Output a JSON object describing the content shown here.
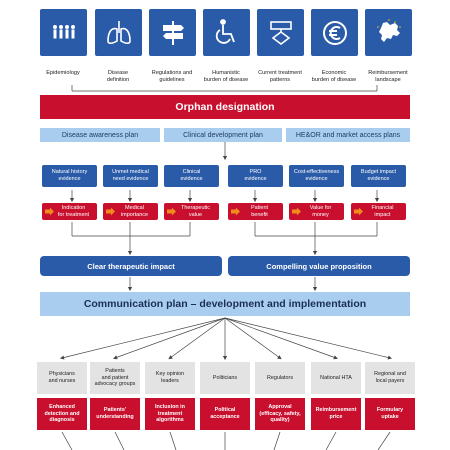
{
  "icons": [
    {
      "name": "people-icon",
      "label": "Epidemiology"
    },
    {
      "name": "lungs-icon",
      "label": "Disease\ndefinition"
    },
    {
      "name": "signpost-icon",
      "label": "Regulations and\nguidelines"
    },
    {
      "name": "wheelchair-icon",
      "label": "Humanistic\nburden of disease"
    },
    {
      "name": "flowchart-icon",
      "label": "Current treatment\npatterns"
    },
    {
      "name": "euro-icon",
      "label": "Economic\nburden of disease"
    },
    {
      "name": "europe-map-icon",
      "label": "Reimbursement\nlandscape"
    }
  ],
  "orphan_designation": "Orphan designation",
  "plans": [
    "Disease awareness plan",
    "Clinical development plan",
    "HE&OR and market access plans"
  ],
  "evidence": [
    "Natural history\nevidence",
    "Unmet medical\nneed evidence",
    "Clinical\nevidence",
    "PRO\nevidence",
    "Cost-effectiveness\nevidence",
    "Budget impact\nevidence"
  ],
  "values": [
    "Indication\nfor treatment",
    "Medical\nimportance",
    "Therapeutic\nvalue",
    "Patient\nbenefit",
    "Value for\nmoney",
    "Financial\nimpact"
  ],
  "impact": {
    "left": "Clear therapeutic impact",
    "right": "Compelling value proposition"
  },
  "communication": "Communication plan – development and implementation",
  "audiences": [
    "Physicians\nand nurses",
    "Patients\nand patient\nadvocacy groups",
    "Key opinion\nleaders",
    "Politicians",
    "Regulators",
    "National HTA",
    "Regional and\nlocal payers"
  ],
  "outcomes": [
    "Enhanced\ndetection and\ndiagnosis",
    "Patients'\nunderstanding",
    "Inclusion in\ntreatment\nalgorithms",
    "Political\nacceptance",
    "Approval\n(efficacy, safety,\nquality)",
    "Reimbursement\nprice",
    "Formulary\nuptake"
  ],
  "colors": {
    "red": "#c8102e",
    "dark_blue": "#2a5ba8",
    "light_blue": "#a9cdee",
    "grey": "#e3e3e3",
    "orange": "#f08a1c"
  }
}
